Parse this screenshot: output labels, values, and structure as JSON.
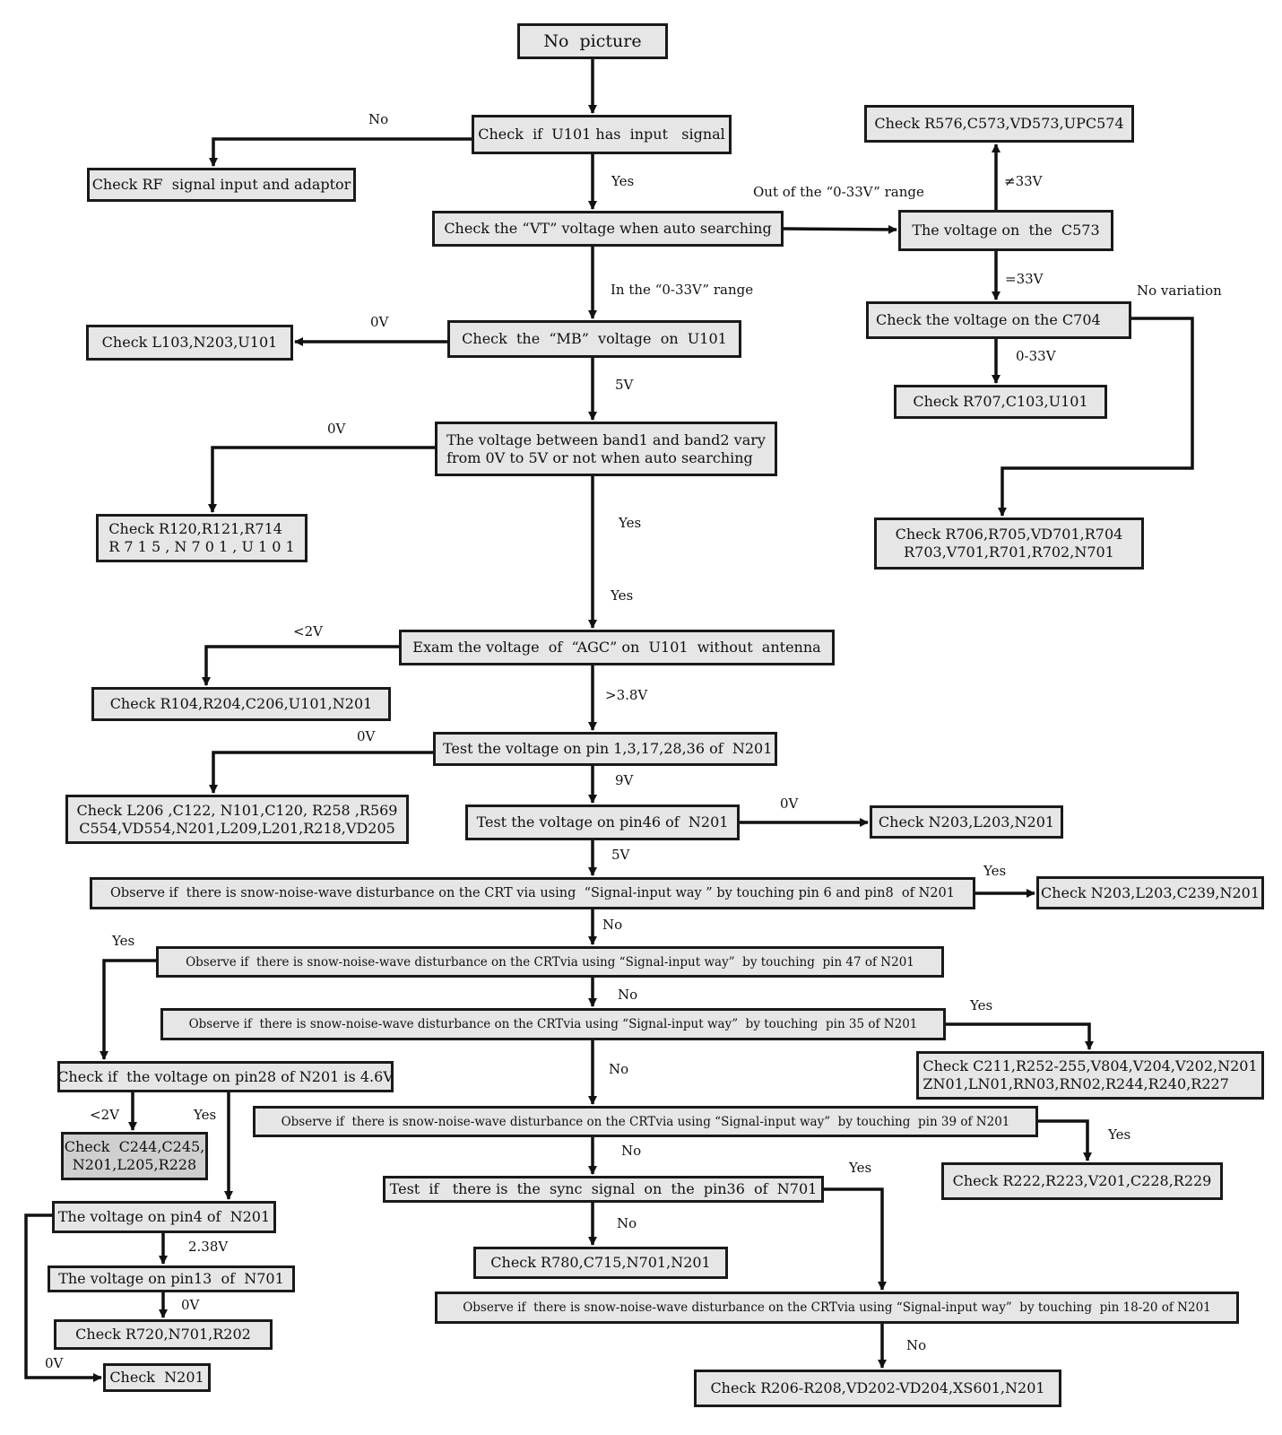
{
  "nodes": {
    "no_picture": [
      "No  picture"
    ],
    "check_u101_input": [
      "Check  if  U101 has  input   signal"
    ],
    "check_rf": [
      "Check RF  signal input and adaptor"
    ],
    "check_vt": [
      "Check the “VT” voltage when auto searching"
    ],
    "check_r576": [
      "Check R576,C573,VD573,UPC574"
    ],
    "voltage_c573": [
      "The voltage on  the  C573"
    ],
    "check_c704": [
      "Check the voltage on the C704"
    ],
    "check_r707": [
      "Check R707,C103,U101"
    ],
    "check_r706": [
      "Check R706,R705,VD701,R704",
      "R703,V701,R701,R702,N701"
    ],
    "check_mb": [
      "Check  the  “MB”  voltage  on  U101"
    ],
    "check_l103": [
      "Check L103,N203,U101"
    ],
    "band_voltage": [
      "The voltage between band1 and band2 vary",
      "from 0V to 5V or not when auto searching"
    ],
    "check_r120": [
      "Check R120,R121,R714",
      "R 7 1 5 , N 7 0 1 , U 1 0 1"
    ],
    "exam_agc": [
      "Exam the voltage  of  “AGC” on  U101  without  antenna"
    ],
    "check_r104": [
      "Check R104,R204,C206,U101,N201"
    ],
    "test_pins_n201": [
      "Test the voltage on pin 1,3,17,28,36 of  N201"
    ],
    "check_l206": [
      "Check L206 ,C122, N101,C120, R258 ,R569",
      "C554,VD554,N201,L209,L201,R218,VD205"
    ],
    "test_pin46": [
      "Test the voltage on pin46 of  N201"
    ],
    "check_n203_a": [
      "Check N203,L203,N201"
    ],
    "observe_pin6_8": [
      "Observe if  there is snow-noise-wave disturbance on the CRT via using  “Signal-input way ” by touching pin 6 and pin8  of N201"
    ],
    "check_n203_b": [
      "Check N203,L203,C239,N201"
    ],
    "observe_pin47": [
      "Observe if  there is snow-noise-wave disturbance on the CRTvia using “Signal-input way”  by touching  pin 47 of N201"
    ],
    "observe_pin35": [
      "Observe if  there is snow-noise-wave disturbance on the CRTvia using “Signal-input way”  by touching  pin 35 of N201"
    ],
    "check_c211": [
      "Check C211,R252-255,V804,V204,V202,N201",
      "ZN01,LN01,RN03,RN02,R244,R240,R227"
    ],
    "check_pin28": [
      "Check if  the voltage on pin28 of N201 is 4.6V"
    ],
    "observe_pin39": [
      "Observe if  there is snow-noise-wave disturbance on the CRTvia using “Signal-input way”  by touching  pin 39 of N201"
    ],
    "check_c244": [
      "Check  C244,C245,",
      "N201,L205,R228"
    ],
    "check_r222": [
      "Check R222,R223,V201,C228,R229"
    ],
    "test_sync": [
      "Test  if   there is  the  sync  signal  on  the  pin36  of  N701"
    ],
    "voltage_pin4": [
      "The voltage on pin4 of  N201"
    ],
    "voltage_pin13": [
      "The voltage on pin13  of  N701"
    ],
    "check_r720": [
      "Check R720,N701,R202"
    ],
    "check_r780": [
      "Check R780,C715,N701,N201"
    ],
    "observe_pin18_20": [
      "Observe if  there is snow-noise-wave disturbance on the CRTvia using “Signal-input way”  by touching  pin 18-20 of N201"
    ],
    "check_n201": [
      "Check  N201"
    ],
    "check_r206": [
      "Check R206-R208,VD202-VD204,XS601,N201"
    ]
  },
  "edge_labels": {
    "no_rf": "No",
    "yes_vt": "Yes",
    "out_range": "Out  of the  “0-33V” range",
    "neq33": "≠33V",
    "in_range": "In  the “0-33V” range",
    "eq33": "=33V",
    "no_variation": "No variation",
    "mb_0v": "0V",
    "c704_range": "0-33V",
    "mb_5v": "5V",
    "band_0v": "0V",
    "band_yes1": "Yes",
    "band_yes2": "Yes",
    "agc_lt2v": "<2V",
    "agc_gt38v": ">3.8V",
    "pins_0v": "0V",
    "pins_9v": "9V",
    "pin46_0v": "0V",
    "pin46_5v": "5V",
    "pin68_yes": "Yes",
    "pin68_no": "No",
    "pin47_yes": "Yes",
    "pin47_no": "No",
    "pin35_yes": "Yes",
    "pin35_no": "No",
    "pin28_lt2v": "<2V",
    "pin28_yes": "Yes",
    "pin39_yes": "Yes",
    "pin39_no": "No",
    "sync_yes": "Yes",
    "pin4_238v": "2.38V",
    "pin13_0v": "0V",
    "sync_no": "No",
    "pin4_0v": "0V",
    "pin1820_no": "No"
  }
}
